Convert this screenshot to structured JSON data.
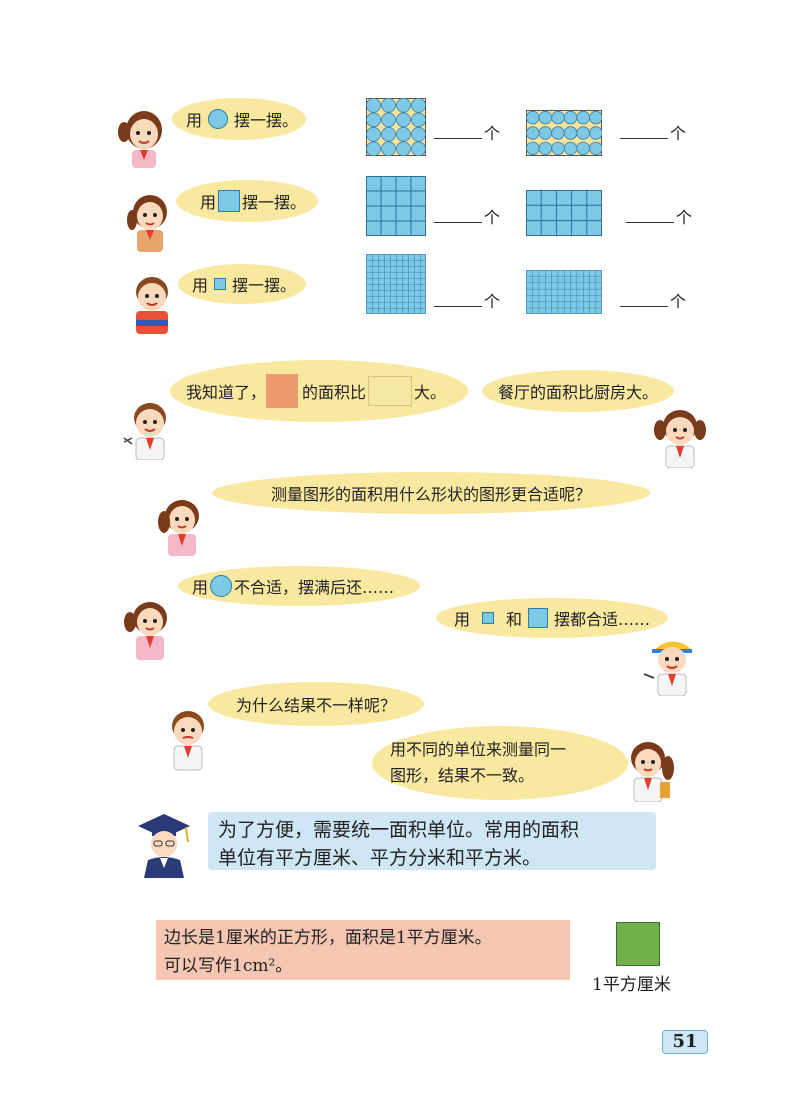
{
  "rows": [
    {
      "speech_prefix": "用",
      "speech_suffix": "摆一摆。",
      "unit": "circle",
      "blank1_suffix": "个",
      "blank2_suffix": "个"
    },
    {
      "speech_prefix": "用",
      "speech_suffix": "摆一摆。",
      "unit": "big-square",
      "blank1_suffix": "个",
      "blank2_suffix": "个"
    },
    {
      "speech_prefix": "用",
      "speech_suffix": "摆一摆。",
      "unit": "small-square",
      "blank1_suffix": "个",
      "blank2_suffix": "个"
    }
  ],
  "dialogue": {
    "know_prefix": "我知道了，",
    "know_middle": "的面积比",
    "know_suffix": "大。",
    "dining": "餐厅的面积比厨房大。",
    "question_shape": "测量图形的面积用什么形状的图形更合适呢？",
    "circle_prefix": "用",
    "circle_suffix": "不合适，摆满后还……",
    "square_p1": "用",
    "square_p2": "和",
    "square_p3": "摆都合适……",
    "why": "为什么结果不一样呢？",
    "answer_line1": "用不同的单位来测量同一",
    "answer_line2": "图形，结果不一致。"
  },
  "teacher": {
    "line1": "为了方便，需要统一面积单位。常用的面积",
    "line2": "单位有平方厘米、平方分米和平方米。"
  },
  "definition": {
    "line1": "边长是1厘米的正方形，面积是1平方厘米。",
    "line2": "可以写作1cm²。"
  },
  "unit_square_label": "1平方厘米",
  "page_number": "51",
  "colors": {
    "bubble": "#f8e8a0",
    "unit_blue": "#7ec9e6",
    "circle_bg": "#f7e39a",
    "orange_rect": "#ee9a70",
    "yellow_rect": "#f6e7a6",
    "teacher_box": "#cfe6f4",
    "definition_box": "#f5c7b3",
    "green_square": "#6fb04a"
  }
}
